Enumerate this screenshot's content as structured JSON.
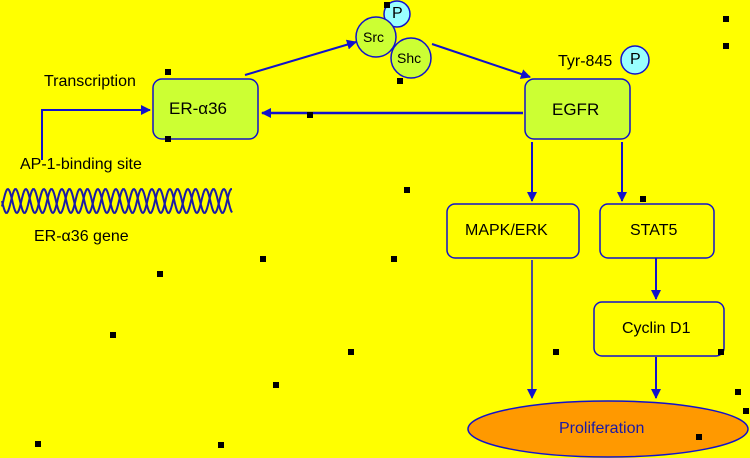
{
  "diagram": {
    "nodes": {
      "er": "ER-α36",
      "src": "Src",
      "shc": "Shc",
      "p_top": "P",
      "tyr": "Tyr-845",
      "p_tyr": "P",
      "egfr": "EGFR",
      "mapk": "MAPK/ERK",
      "stat5": "STAT5",
      "cyclin": "Cyclin D1",
      "prolif": "Proliferation"
    },
    "labels": {
      "transcription": "Transcription",
      "ap1": "AP-1-binding site",
      "gene": "ER-α36 gene"
    },
    "colors": {
      "background": "#ffff00",
      "box_fill": "#ccff33",
      "circle_fill": "#99ffff",
      "ellipse_fill": "#ff9900",
      "arrow": "#1111cc",
      "dna": "#1a1aa6"
    }
  }
}
